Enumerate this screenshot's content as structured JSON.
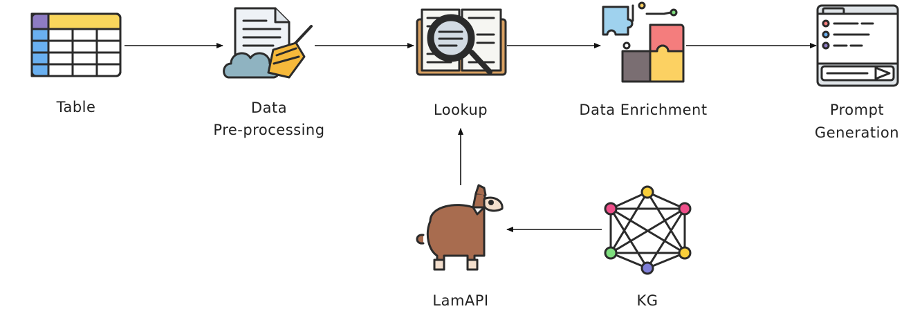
{
  "nodes": {
    "table": {
      "label": "Table",
      "icon": "table-icon"
    },
    "preprocessing": {
      "label_line1": "Data",
      "label_line2": "Pre-processing",
      "icon": "document-broom-icon"
    },
    "lookup": {
      "label": "Lookup",
      "icon": "book-magnifier-icon"
    },
    "enrichment": {
      "label": "Data Enrichment",
      "icon": "puzzle-icon"
    },
    "prompt": {
      "label_line1": "Prompt",
      "label_line2": "Generation",
      "icon": "prompt-window-icon"
    },
    "lamapi": {
      "label": "LamAPI",
      "icon": "llama-icon"
    },
    "kg": {
      "label": "KG",
      "icon": "graph-network-icon"
    }
  },
  "edges": [
    {
      "from": "table",
      "to": "preprocessing"
    },
    {
      "from": "preprocessing",
      "to": "lookup"
    },
    {
      "from": "lookup",
      "to": "enrichment"
    },
    {
      "from": "enrichment",
      "to": "prompt"
    },
    {
      "from": "lamapi",
      "to": "lookup"
    },
    {
      "from": "kg",
      "to": "lamapi"
    }
  ],
  "colors": {
    "outline": "#2b2b2b",
    "yellow": "#f9d65c",
    "blue": "#6ab0f0",
    "purple": "#8e7cc3",
    "paper": "#eef2f6",
    "cloud": "#8fb3c1",
    "broom": "#f6b93b",
    "book": "#d8a062",
    "lens": "#d3dbe3",
    "puzzle_blue": "#9fd2ee",
    "puzzle_red": "#f47d7d",
    "puzzle_yellow": "#fcd162",
    "puzzle_gray": "#7a6e72",
    "window": "#dfe4e8",
    "llama": "#a86c4f",
    "kg_pink": "#ef4f8a",
    "kg_yellow": "#f9cf3b",
    "kg_green": "#7ede7e",
    "kg_purple": "#7f7fd8"
  }
}
